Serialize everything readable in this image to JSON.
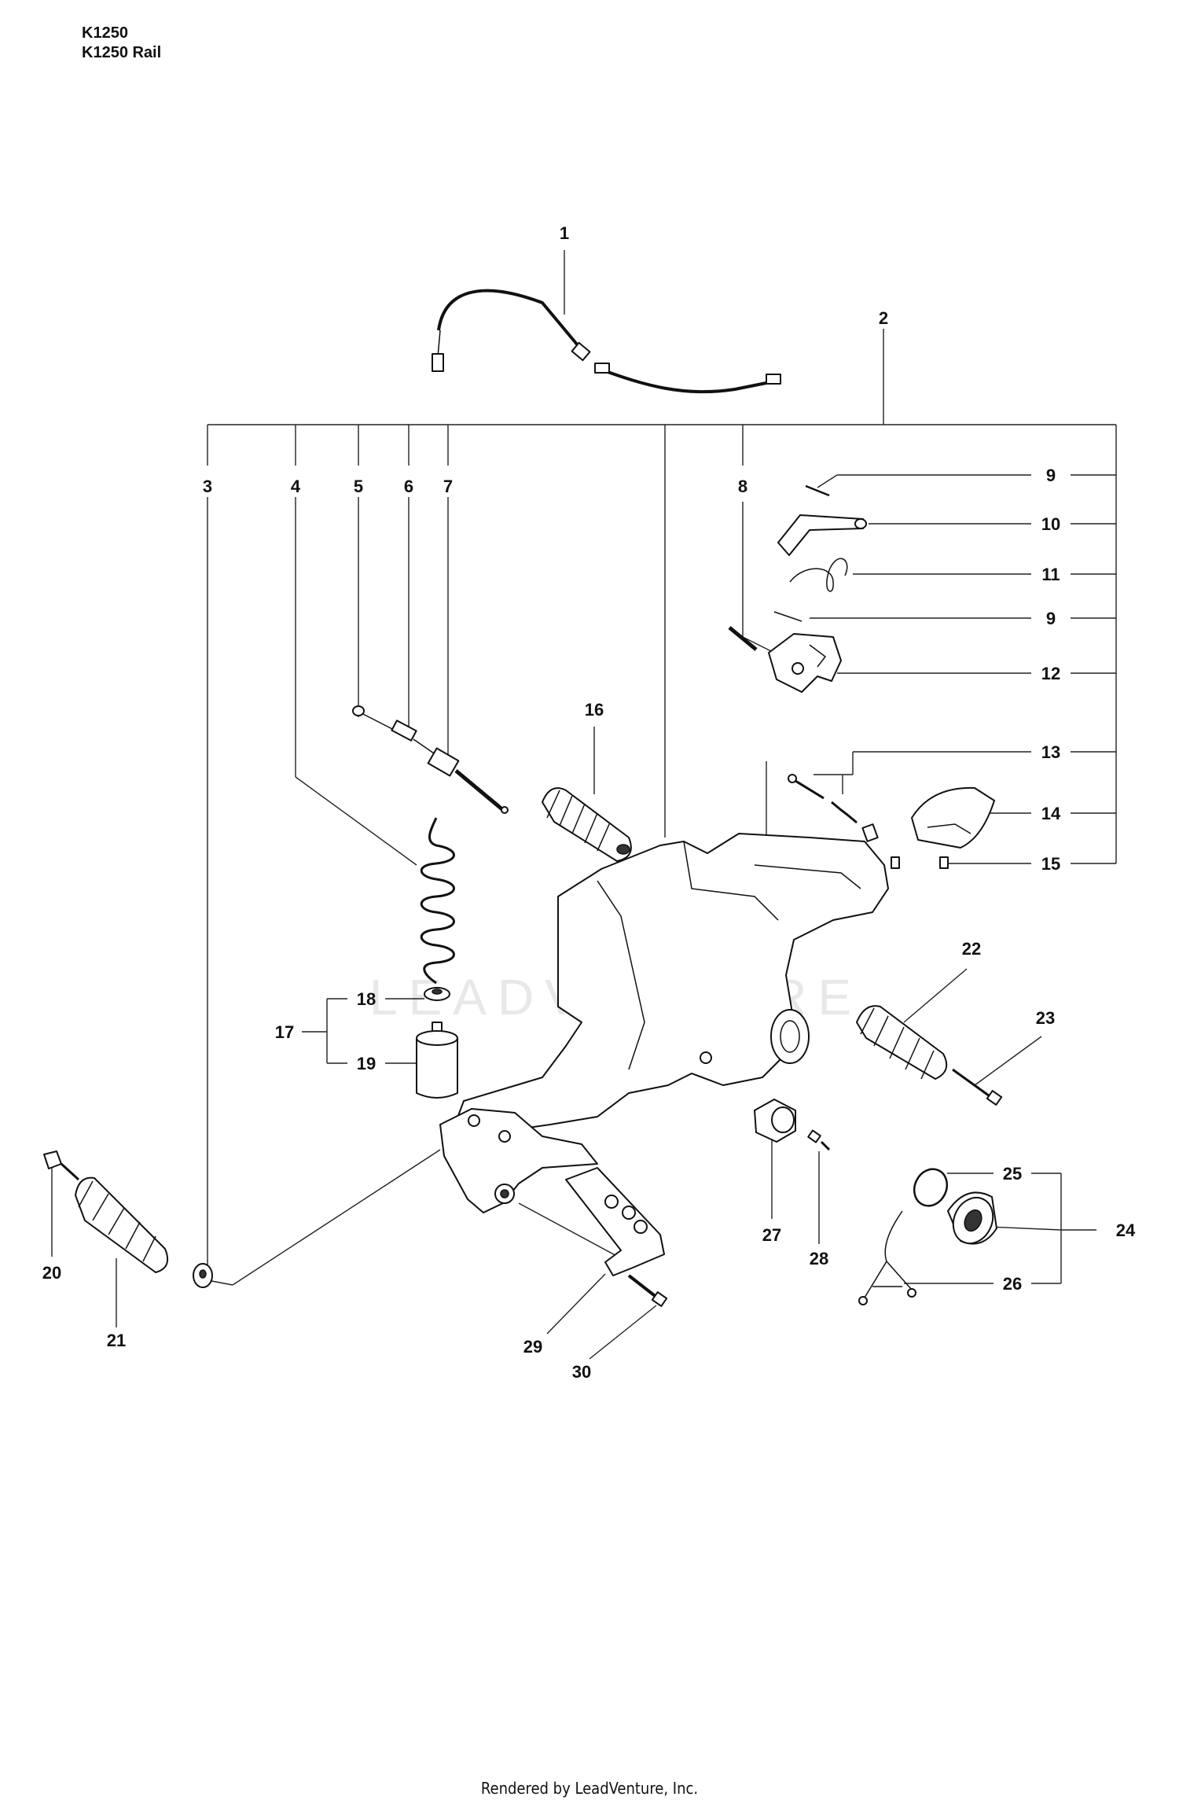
{
  "header": {
    "model_line_1": "K1250",
    "model_line_2": "K1250 Rail"
  },
  "watermark": "LEADVENTURE",
  "callouts": [
    "1",
    "2",
    "3",
    "4",
    "5",
    "6",
    "7",
    "8",
    "9",
    "10",
    "11",
    "9",
    "12",
    "13",
    "14",
    "15",
    "16",
    "17",
    "18",
    "19",
    "20",
    "21",
    "22",
    "23",
    "24",
    "25",
    "26",
    "27",
    "28",
    "29",
    "30"
  ],
  "footer": {
    "rendered_by": "Rendered by LeadVenture, Inc."
  }
}
